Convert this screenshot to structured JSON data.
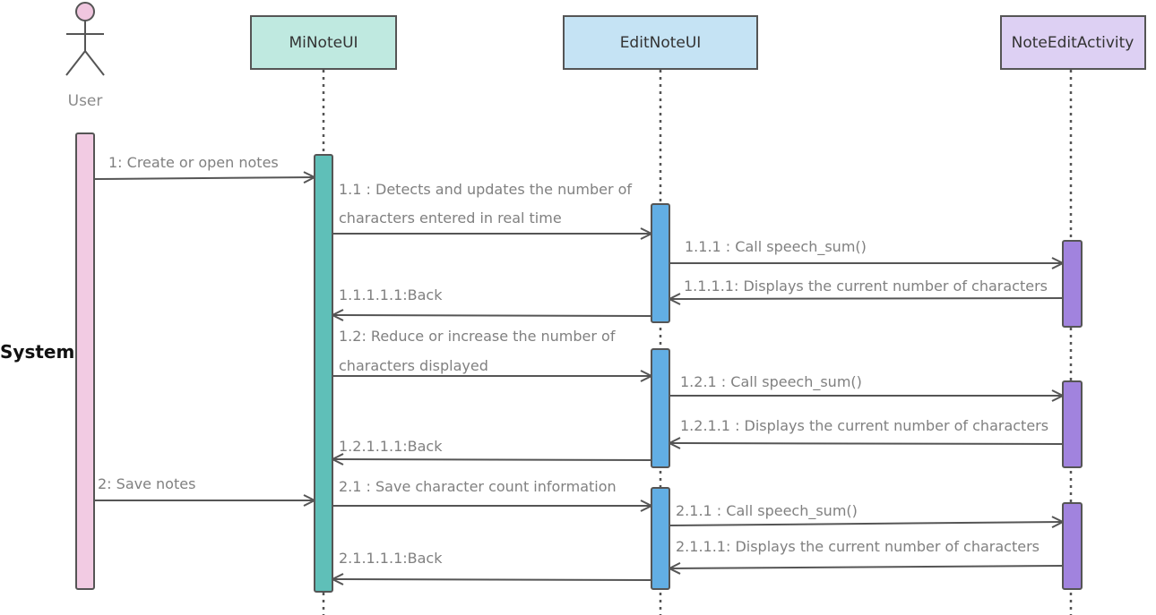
{
  "actor": {
    "label": "User",
    "head_color": "#f0c6df"
  },
  "system_label": "System",
  "participants": [
    {
      "id": "minote",
      "label": "MiNoteUI",
      "fill": "#bfe9e0",
      "bar_fill": "#5fbfb8"
    },
    {
      "id": "editnote",
      "label": "EditNoteUI",
      "fill": "#c5e3f4",
      "bar_fill": "#62aee4"
    },
    {
      "id": "noteedit",
      "label": "NoteEditActivity",
      "fill": "#ddd0f3",
      "bar_fill": "#a183de"
    }
  ],
  "user_bar_fill": "#f2cbe3",
  "messages": [
    {
      "id": "m1",
      "label": "1: Create or open  notes"
    },
    {
      "id": "m1_1",
      "label_line1": "1.1 :  Detects and updates the number of",
      "label_line2": "characters entered in real time"
    },
    {
      "id": "m1_1_1",
      "label": "1.1.1 : Call speech_sum()"
    },
    {
      "id": "m1_1_1_1",
      "label": "1.1.1.1: Displays the current number of characters"
    },
    {
      "id": "m1_1_1_1_1",
      "label": "1.1.1.1.1:Back"
    },
    {
      "id": "m1_2",
      "label_line1": "1.2: Reduce or increase the number of",
      "label_line2": "characters displayed"
    },
    {
      "id": "m1_2_1",
      "label": "1.2.1 : Call speech_sum()"
    },
    {
      "id": "m1_2_1_1",
      "label": "1.2.1.1 : Displays the current number of characters"
    },
    {
      "id": "m1_2_1_1_1",
      "label": "1.2.1.1.1:Back"
    },
    {
      "id": "m2",
      "label": "2: Save notes"
    },
    {
      "id": "m2_1",
      "label": "2.1 :  Save character count information"
    },
    {
      "id": "m2_1_1",
      "label": "2.1.1 : Call speech_sum()"
    },
    {
      "id": "m2_1_1_1",
      "label": "2.1.1.1: Displays the current number of characters"
    },
    {
      "id": "m2_1_1_1_1",
      "label": "2.1.1.1.1:Back"
    }
  ]
}
